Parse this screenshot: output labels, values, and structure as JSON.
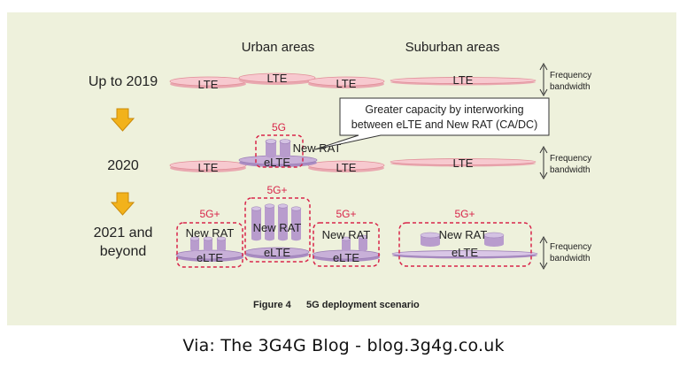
{
  "headers": {
    "urban": "Urban areas",
    "suburban": "Suburban areas"
  },
  "rows": {
    "r2019": "Up to 2019",
    "r2020": "2020",
    "r2021_line1": "2021 and",
    "r2021_line2": "beyond"
  },
  "labels": {
    "lte": "LTE",
    "elte": "eLTE",
    "new_rat": "New RAT",
    "g5": "5G",
    "g5plus": "5G+",
    "freq_line1": "Frequency",
    "freq_line2": "bandwidth"
  },
  "callout": {
    "line1": "Greater capacity by interworking",
    "line2": "between eLTE and New RAT (CA/DC)"
  },
  "caption": {
    "number": "Figure 4",
    "title": "5G deployment scenario"
  },
  "footer": "Via: The 3G4G Blog - blog.3g4g.co.uk",
  "colors": {
    "panel": "#eef1dc",
    "lte_fill": "#f7c9cf",
    "lte_edge": "#e08e98",
    "elte_fill": "#c8b0d8",
    "cyl_fill": "#b89ccd",
    "dash": "#d8254a",
    "arrow": "#f2b21b",
    "text_red": "#d8254a"
  }
}
